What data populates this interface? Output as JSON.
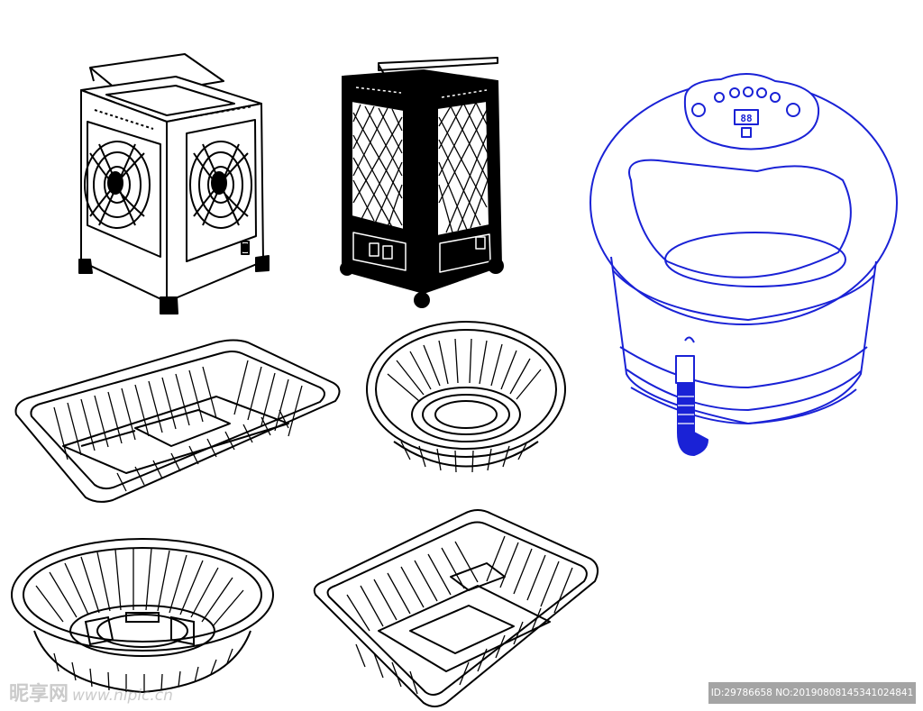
{
  "watermark": {
    "site_name": "昵享网",
    "site_url": "www.nipic.cn"
  },
  "image_id_text": "ID:29786658 NO:20190808145341024841",
  "foot_bath": {
    "display_readout": "88"
  },
  "colors": {
    "line_art": "#000000",
    "foot_bath_blue": "#1a22d6",
    "background": "#ffffff"
  }
}
